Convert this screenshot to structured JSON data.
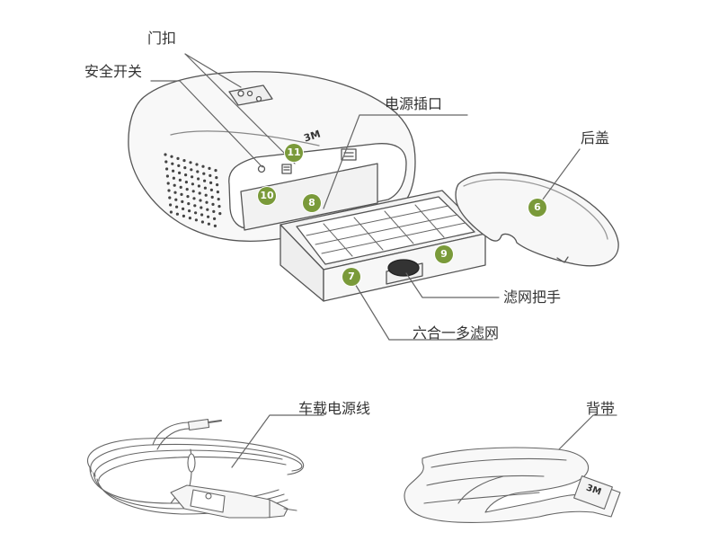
{
  "colors": {
    "line": "#555555",
    "badge": "#7a9a3a",
    "text": "#333333",
    "fill_light": "#f7f7f7",
    "fill_mid": "#eeeeee"
  },
  "labels": {
    "door_latch": "门扣",
    "safety_switch": "安全开关",
    "power_port": "电源插口",
    "back_cover": "后盖",
    "filter_handle": "滤网把手",
    "six_in_one_filter": "六合一多滤网",
    "car_power_cord": "车载电源线",
    "strap": "背带"
  },
  "badges": {
    "n6": "6",
    "n7": "7",
    "n8": "8",
    "n9": "9",
    "n10": "10",
    "n11": "11"
  },
  "brand": {
    "device_logo": "3M",
    "strap_logo": "3M"
  }
}
